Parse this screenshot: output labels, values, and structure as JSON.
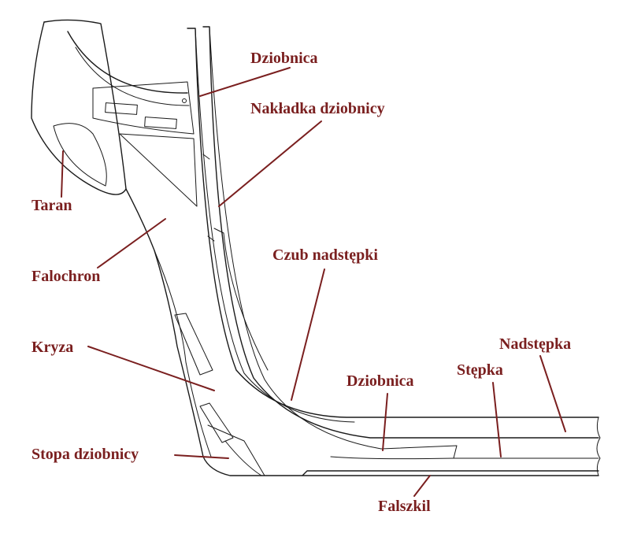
{
  "colors": {
    "label": "#7a1f1f",
    "line": "#1a1a1a",
    "background": "#ffffff"
  },
  "labels": {
    "dziobnica_top": "Dziobnica",
    "nakladka_dziobnicy": "Nakładka dziobnicy",
    "taran": "Taran",
    "falochron": "Falochron",
    "czub_nadstepki": "Czub nadstępki",
    "kryza": "Kryza",
    "nadstepka": "Nadstępka",
    "dziobnica_bottom": "Dziobnica",
    "stepka": "Stępka",
    "stopa_dziobnicy": "Stopa dziobnicy",
    "falszkil": "Falszkil"
  }
}
